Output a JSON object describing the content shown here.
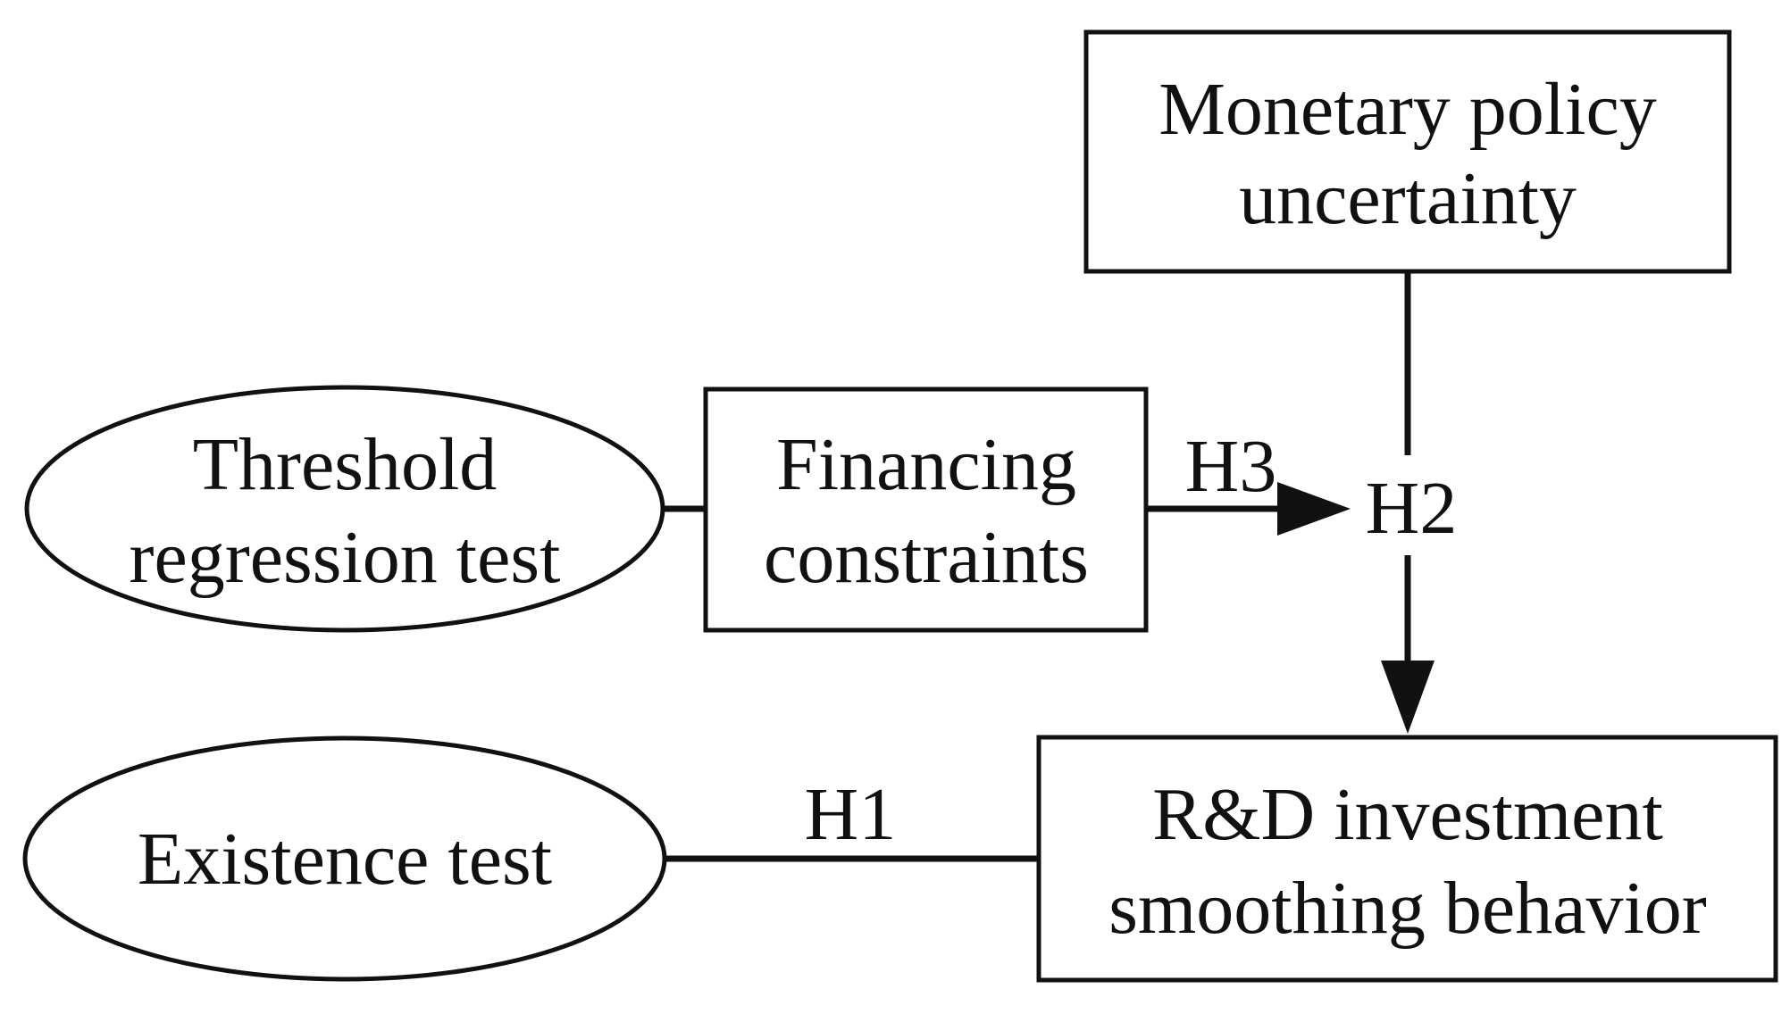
{
  "nodes": {
    "monetary_policy": {
      "line1": "Monetary policy",
      "line2": "uncertainty"
    },
    "threshold_test": {
      "line1": "Threshold",
      "line2": "regression test"
    },
    "financing": {
      "line1": "Financing",
      "line2": "constraints"
    },
    "existence_test": {
      "line1": "Existence test"
    },
    "rd_investment": {
      "line1": "R&D investment",
      "line2": "smoothing behavior"
    }
  },
  "edge_labels": {
    "h1": "H1",
    "h2": "H2",
    "h3": "H3"
  },
  "colors": {
    "stroke": "#111111",
    "background": "#ffffff"
  }
}
